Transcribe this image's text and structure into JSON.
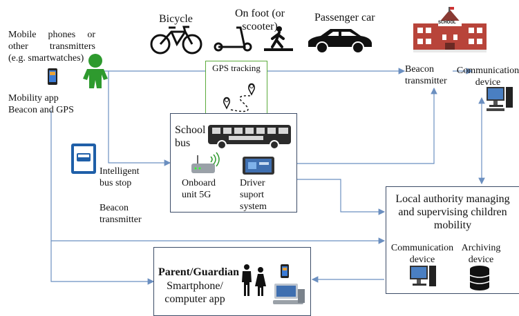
{
  "transport": {
    "bicycle": "Bicycle",
    "on_foot": "On foot (or scooter)",
    "car": "Passenger car"
  },
  "user": {
    "devices": "Mobile phones or other transmitters (e.g. smartwatches)",
    "app": "Mobility app Beacon and GPS"
  },
  "gps": {
    "label": "GPS tracking"
  },
  "bus_stop": {
    "label": "Intelligent bus stop",
    "beacon": "Beacon transmitter"
  },
  "school_bus": {
    "title": "School bus",
    "onboard": "Onboard unit 5G",
    "driver": "Driver suport system"
  },
  "school": {
    "sign": "SCHOOL",
    "beacon": "Beacon transmitter",
    "comm": "Communication device"
  },
  "authority": {
    "title": "Local authority managing and supervising children mobility",
    "comm": "Communication device",
    "archive": "Archiving device"
  },
  "parent": {
    "bold": "Parent/Guardian",
    "app": "Smartphone/ computer app"
  },
  "colors": {
    "arrow": "#6b8fc0",
    "box_border": "#3a4a66",
    "gps_border": "#5aaa3a",
    "child": "#2e9a2e",
    "school": "#b8443a"
  }
}
